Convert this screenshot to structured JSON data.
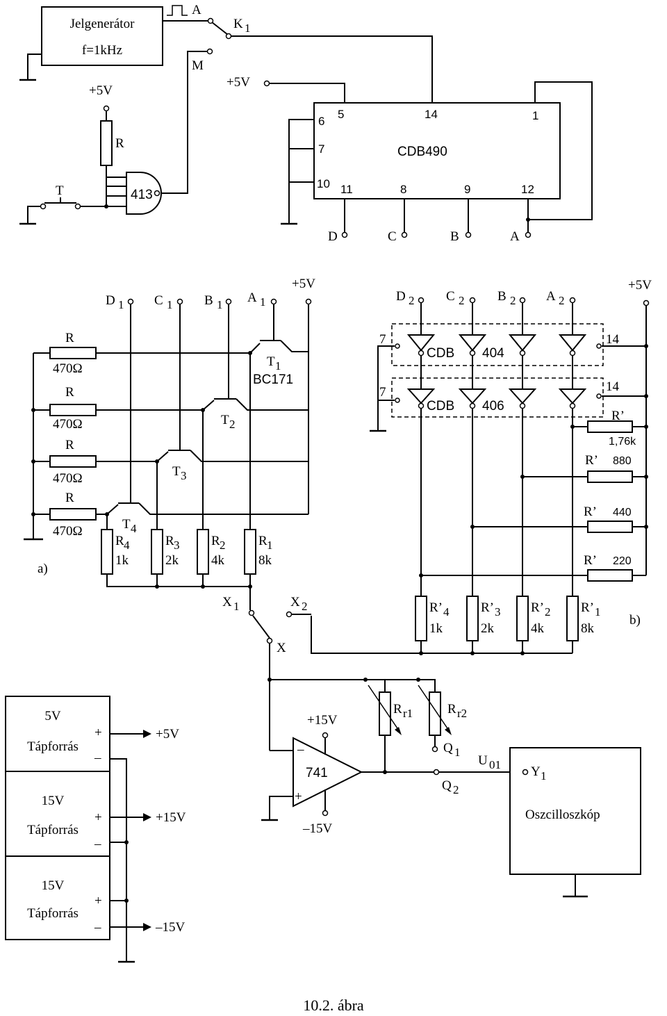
{
  "caption": "10.2. ábra",
  "top": {
    "generator_line1": "Jelgenerátor",
    "generator_line2": "f=1kHz",
    "signal_a": "A",
    "switch_k": "K",
    "switch_k_sub": "1",
    "switch_m": "M",
    "vcc_left": "+5V",
    "vcc_counter": "+5V",
    "resistor_r": "R",
    "button_t": "T",
    "gate": "413",
    "counter_name": "CDB490",
    "pins": {
      "p6": "6",
      "p7": "7",
      "p10": "10",
      "p5": "5",
      "p14": "14",
      "p1": "1",
      "p11": "11",
      "p8": "8",
      "p9": "9",
      "p12": "12"
    },
    "outputs": {
      "d": "D",
      "c": "C",
      "b": "B",
      "a": "A"
    }
  },
  "dac_a": {
    "label": "a)",
    "vcc": "+5V",
    "inputs": [
      {
        "name": "D",
        "sub": "1"
      },
      {
        "name": "C",
        "sub": "1"
      },
      {
        "name": "B",
        "sub": "1"
      },
      {
        "name": "A",
        "sub": "1"
      }
    ],
    "base_resistors": [
      {
        "name": "R",
        "value": "470Ω"
      },
      {
        "name": "R",
        "value": "470Ω"
      },
      {
        "name": "R",
        "value": "470Ω"
      },
      {
        "name": "R",
        "value": "470Ω"
      }
    ],
    "transistors": [
      {
        "name": "T",
        "sub": "1",
        "type": "BC171"
      },
      {
        "name": "T",
        "sub": "2"
      },
      {
        "name": "T",
        "sub": "3"
      },
      {
        "name": "T",
        "sub": "4"
      }
    ],
    "emitter_resistors": [
      {
        "name": "R",
        "sub": "4",
        "value": "1k"
      },
      {
        "name": "R",
        "sub": "3",
        "value": "2k"
      },
      {
        "name": "R",
        "sub": "2",
        "value": "4k"
      },
      {
        "name": "R",
        "sub": "1",
        "value": "8k"
      }
    ]
  },
  "dac_b": {
    "label": "b)",
    "vcc": "+5V",
    "inputs": [
      {
        "name": "D",
        "sub": "2"
      },
      {
        "name": "C",
        "sub": "2"
      },
      {
        "name": "B",
        "sub": "2"
      },
      {
        "name": "A",
        "sub": "2"
      }
    ],
    "ic1": {
      "prefix": "CDB",
      "number": "404",
      "pin_left": "7",
      "pin_right": "14"
    },
    "ic2": {
      "prefix": "CDB",
      "number": "406",
      "pin_left": "7",
      "pin_right": "14"
    },
    "pull_resistors": [
      {
        "name": "R’",
        "value": "1,76k"
      },
      {
        "name": "R’",
        "value": "880"
      },
      {
        "name": "R’",
        "value": "440"
      },
      {
        "name": "R’",
        "value": "220"
      }
    ],
    "load_resistors": [
      {
        "name": "R’",
        "sub": "4",
        "value": "1k"
      },
      {
        "name": "R’",
        "sub": "3",
        "value": "2k"
      },
      {
        "name": "R’",
        "sub": "2",
        "value": "4k"
      },
      {
        "name": "R’",
        "sub": "1",
        "value": "8k"
      }
    ]
  },
  "switch_x": {
    "x1": "X",
    "x1_sub": "1",
    "x2": "X",
    "x2_sub": "2",
    "x": "X"
  },
  "power": [
    {
      "line1": "5V",
      "line2": "Tápforrás",
      "plus": "+",
      "minus": "–",
      "out": "+5V"
    },
    {
      "line1": "15V",
      "line2": "Tápforrás",
      "plus": "+",
      "minus": "–",
      "out": "+15V"
    },
    {
      "line1": "15V",
      "line2": "Tápforrás",
      "plus": "+",
      "minus": "–",
      "out": "–15V"
    }
  ],
  "amp": {
    "name": "741",
    "vpos": "+15V",
    "vneg": "–15V",
    "minus": "–",
    "plus": "+",
    "rr1": "R",
    "rr1_sub": "r1",
    "rr2": "R",
    "rr2_sub": "r2",
    "q1": "Q",
    "q1_sub": "1",
    "q2": "Q",
    "q2_sub": "2",
    "u01": "U",
    "u01_sub": "01"
  },
  "scope": {
    "name": "Oszcilloszkóp",
    "input": "Y",
    "input_sub": "1"
  }
}
